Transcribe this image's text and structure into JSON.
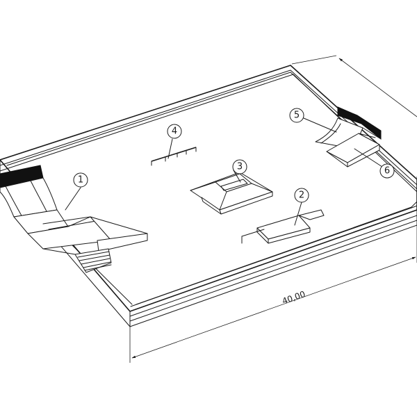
{
  "drawing": {
    "dimension_label": "40,00",
    "balloons": [
      {
        "id": "1",
        "label": "1"
      },
      {
        "id": "2",
        "label": "2"
      },
      {
        "id": "3",
        "label": "3"
      },
      {
        "id": "4",
        "label": "4"
      },
      {
        "id": "5",
        "label": "5"
      },
      {
        "id": "6",
        "label": "6"
      }
    ]
  }
}
